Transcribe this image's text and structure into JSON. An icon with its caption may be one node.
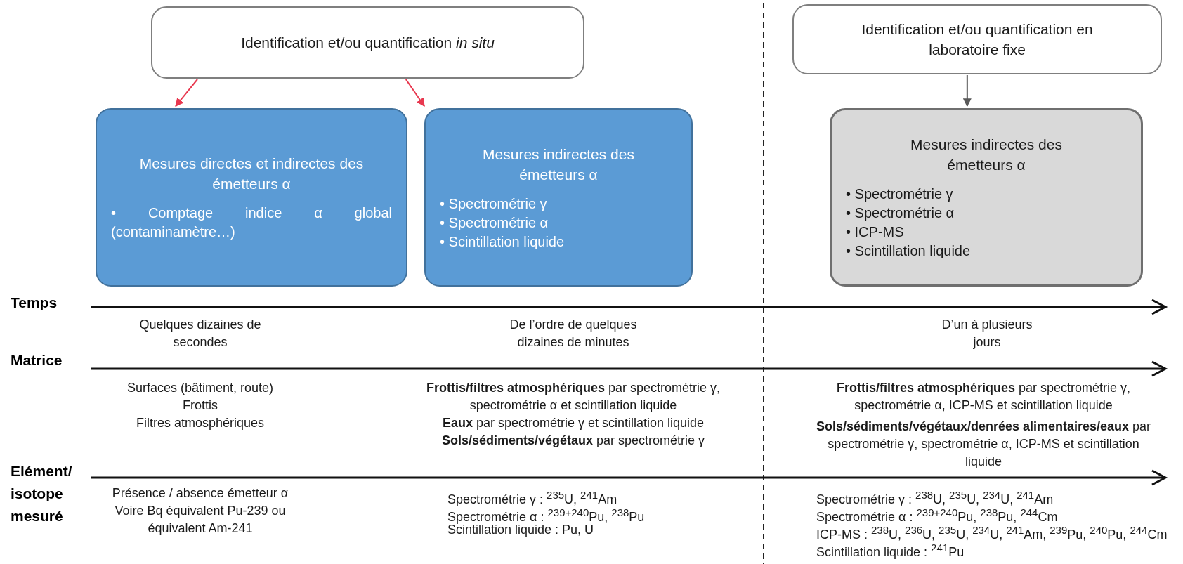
{
  "diagram": {
    "nodes": [
      {
        "text": [
          "Identification et/ou quantification *in situ*"
        ]
      },
      {
        "text": [
          "Identification et/ou quantification en laboratoire fixe"
        ]
      },
      {
        "text": [
          "Mesures directes et indirectes des émetteurs α",
          "• Comptage indice α global (contaminamètre…)"
        ]
      },
      {
        "text": [
          "Mesures indirectes des émetteurs α",
          "• Spectrométrie γ",
          "• Spectrométrie α",
          "• Scintillation liquide"
        ]
      },
      {
        "text": [
          "Mesures indirectes des émetteurs α",
          "• Spectrométrie γ",
          "• Spectrométrie α",
          "• ICP-MS",
          "• Scintillation liquide"
        ]
      }
    ],
    "edges": [
      {
        "from": 0,
        "to": 2,
        "arrow": "to",
        "color": "#e8384f"
      },
      {
        "from": 0,
        "to": 3,
        "arrow": "to",
        "color": "#e8384f"
      },
      {
        "from": 1,
        "to": 4,
        "arrow": "to",
        "color": "#595959"
      }
    ],
    "labels": [
      "Temps",
      "Quelques dizaines de secondes",
      "De l’ordre de quelques dizaines de minutes",
      "D’un à plusieurs jours",
      "Matrice",
      "Surfaces (bâtiment, route)",
      "Frottis",
      "Filtres atmosphériques",
      "**Frottis/filtres atmosphériques** par spectrométrie γ, spectrométrie α et scintillation liquide",
      "**Eaux** par spectrométrie γ et scintillation liquide",
      "**Sols/sédiments/végétaux** par spectrométrie γ",
      "**Frottis/filtres atmosphériques** par spectrométrie γ, spectrométrie α, ICP-MS et scintillation liquide",
      "**Sols/sédiments/végétaux/denrées alimentaires/eaux** par spectrométrie γ, spectrométrie α, ICP-MS et scintillation liquide",
      "Elément/ isotope mesuré",
      "Présence / absence émetteur α",
      "Voire Bq équivalent Pu-239 ou équivalent Am-241",
      "Spectrométrie γ : $^{235}$U, $^{241}$Am",
      "Spectrométrie α : $^{239+240}$Pu, $^{238}$Pu",
      "Scintillation liquide : Pu, U",
      "Spectrométrie γ : $^{238}$U, $^{235}$U, $^{234}$U, $^{241}$Am",
      "Spectrométrie α : $^{239+240}$Pu, $^{238}$Pu, $^{244}$Cm",
      "ICP-MS : $^{238}$U, $^{236}$U, $^{235}$U, $^{234}$U, $^{241}$Am, $^{239}$Pu, $^{240}$Pu, $^{244}$Cm",
      "Scintillation liquide : $^{241}$Pu"
    ]
  }
}
